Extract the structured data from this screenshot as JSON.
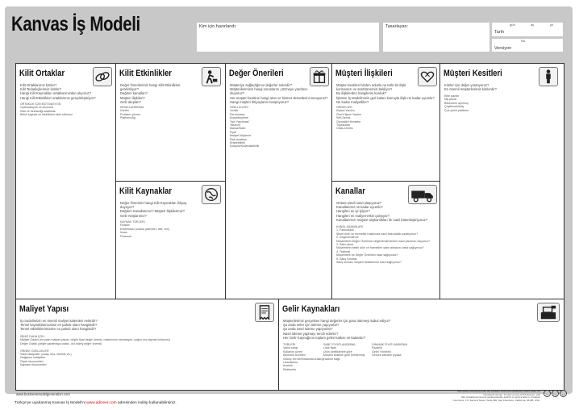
{
  "header": {
    "title": "Kanvas İş Modeli",
    "designed_for_label": "Kim için hazırlandı:",
    "designed_by_label": "Tasarlayan:",
    "date_label": "Tarih",
    "version_label": "Versiyon",
    "day_label": "gün",
    "month_label": "ay",
    "year_label": "yıl",
    "no_label": "No."
  },
  "blocks": {
    "key_partners": {
      "title": "Kilit Ortaklar",
      "icon": "chain-link-icon",
      "questions": "Kilit Ortaklarımız kimler?\nKilit Tedarikçilerimiz kimler?\nHangi Kilit Kaynakları ortaklarımızdan alıyoruz?\nHangi Kilit Etkinlikleri ortaklarımız gerçekleştiriyor?",
      "details": "ORTAKLIK İÇİN MOTİVASYON\nOptimizasyon ve ekonomi\nRisk ve belirsizliği azaltmak\nBelirli kaynak ve etkinlikleri elde edilmesi"
    },
    "key_activities": {
      "title": "Kilit Etkinlikler",
      "icon": "worker-icon",
      "questions": "Değer Önerilerimiz hangi Kilit Etkinlikleri\ngerektiriyor?\nDağıtım kanalları?\nMüşteri ilişkileri?\nGelir akışları?",
      "details": "KİRAKLANDIRMA\nÜretim\nProblem çözme\nPlatform/Ağ"
    },
    "key_resources": {
      "title": "Kilit Kaynaklar",
      "icon": "globe-icon",
      "questions": "Değer Önerimiz hangi Kilit Kaynakları ihtiyaç\nduyuyor?\nDağıtım Kanallarımız? Müşteri İlişkilerimiz?\nGelir Akışlarımız?",
      "details": "KAYNAK TÜRLERİ\nFiziksel\nEntelektüel (marka patentler, telif, veri)\nİnsan\nFinansal"
    },
    "value_propositions": {
      "title": "Değer Önerileri",
      "icon": "gift-icon",
      "questions": "Müşteriye sağladığımız değerler nelerdir?\nMüşterilerimizin hangi sorunlarını çözmeye yardımcı\noluyoruz?\nHer müşteri kesitine hangi ürün ve hizmet demetlerini sunuyoruz?\nHangi müşteri ihtiyaçlarını karşılıyoruz?",
      "details": "ÖZELLİKLERİ\nYenilik\nPerformans\nKişiselleştirme\n\"İşin Yapılması\"\nTasarım\nMarka/Statü\nFiyat\nMaliyet düşürme\nRisk azaltma\nErişilebilirlik\nKolaylık/Kullanılabilirlik"
    },
    "customer_relationships": {
      "title": "Müşteri İlişkileri",
      "icon": "heart-icon",
      "questions": "Müşteri kesitleri bizden onlarla ne türlü bir ilişki\nkurmamızı ve sürdürmemizi bekliyor?\nBu ilişkilerden hangilerini kurduk?\nİşletme İş Modelimizin geri kalanı kısmıyla ilişki ne kadar uyumlu?\nNe kadar maliyetliler?",
      "details": "ÖRNEKLER\nKişisel Yardım\nÖzel Kişisel Yardım\nSelf-Servis\nOtomatik Hizmetler\nTopluluklar\nOrtak-Üretim"
    },
    "channels": {
      "title": "Kanallar",
      "icon": "truck-icon",
      "questions": "Onlara şimdi nasıl ulaşıyoruz?\nKanallarımız ne kadar uyumlu?\nHangileri en iyi işliyor?\nHangileri en maliyet-etkin çalışıyor?\nKanallarımızı müşteri alışkanlıkları ile nasıl bütünleştiriyoruz?",
      "details": "KANAL AŞAMALARI\n1. Farkındalık\nŞirket ürün ve hizmetleri hakkında nasıl farkındalık yaratıyoruz?\n2. Değerlendirme\nMüşterilerin Değer Önerimizi değerlendirmesine nasıl yardımcı oluyoruz?\n3. Satın alma\nMüşterilerin belirli ürün ve hizmetleri satın almasını nasıl sağlıyoruz?\n4. Teslimat\nMüşterilere bir Değer Önerisini nasıl sağlıyoruz?\n5. Satış Sonrası\nSatış sonrası müşteri desteklerini nasıl sağlıyoruz?"
    },
    "customer_segments": {
      "title": "Müşteri Kesitleri",
      "icon": "person-icon",
      "questions": "Kimler için değer yaratıyoruz?\nEn önemli müşterilerimiz kimlerdir?",
      "details": "Kitle pazarı\nNiş pazar\nBölümlere ayrılmış\nÇeşitlendirilmiş\nÇok yönlü platform"
    },
    "cost_structure": {
      "title": "Maliyet Yapısı",
      "icon": "receipt-icon",
      "questions": "İş modelimizin en önemli maliyet kalemleri nelerdir?\nTemel kaynaklarımızdan en pahalı olanı hangisidir?\nTemel etkinliklerimizden en pahalı olanı hangisidir?",
      "details": "İŞİNİZ DAHA ÇOK:\nMaliyet Odaklı (en yalın maliyet yapısı, düşük fiyat değer önerisi, maksimum otomasyon, yoğun dış kaynak kullanımı)\nDeğer Odaklı (değer yaratmaya odaklı, üst düzey değer önerisi)\n\nÖRNEK ÖZELLİKLER\nSabit Maliyetler (maaş, kira, elektrik vb.)\nDeğişken maliyetler\nÖlçek ekonomileri\nKapsam ekonomileri"
    },
    "revenue_streams": {
      "title": "Gelir Kaynakları",
      "icon": "cash-register-icon",
      "questions": "Müşterilerimiz gerçekten hangi değerler için para ödemeyi kabul ediyor?\nŞu anda neler için ödeme yapıyorlar?\nŞu anda nasıl ödeme yapıyorlar?\nNasıl ödeme yapmayı tercih ederler?\nHer Gelir Kaynağının toplam gelire katkısı ne kadardır?",
      "details_1": "TÜRLERİ\nVarlık satışı\nKullanım ücreti\nAbonelik Ücretleri\nÖdünç verme/Kiralama/Leasing\nLisanslama\nAracılık\nReklamlar",
      "details_2": "SABİT FİYATLANDIRMA\nListe fiyatı\nÜrün özelliklerine göre\nMüşteri kesitine göre belirlenmiş\nHacime bağlı",
      "details_3": "DİNAMİK FİYATLANDIRMA\nPazarlık\nGetiri Yönetimi\nGerçek zamanlı piyasa"
    }
  },
  "footer": {
    "website": "www.businessmodelgeneration.com",
    "license_text": "This work is licensed under the Creative Commons Attribution-Share Alike 3.0 Unported License. To view a copy of this license, visit http://creativecommons.org/licenses/by-sa/3.0/ or send a letter to Creative Commons, 171 Second Street, Suite 300, San Francisco, California, 94105, USA.",
    "cc_icons": [
      "cc",
      "by",
      "sa",
      "i"
    ],
    "credit_prefix": "Türkçe'ye uyarlanmış Kanvas İş Modeli'ni",
    "credit_link": "www.adizeer.com",
    "credit_suffix": "adresinden indirip kullanabilirsiniz."
  }
}
